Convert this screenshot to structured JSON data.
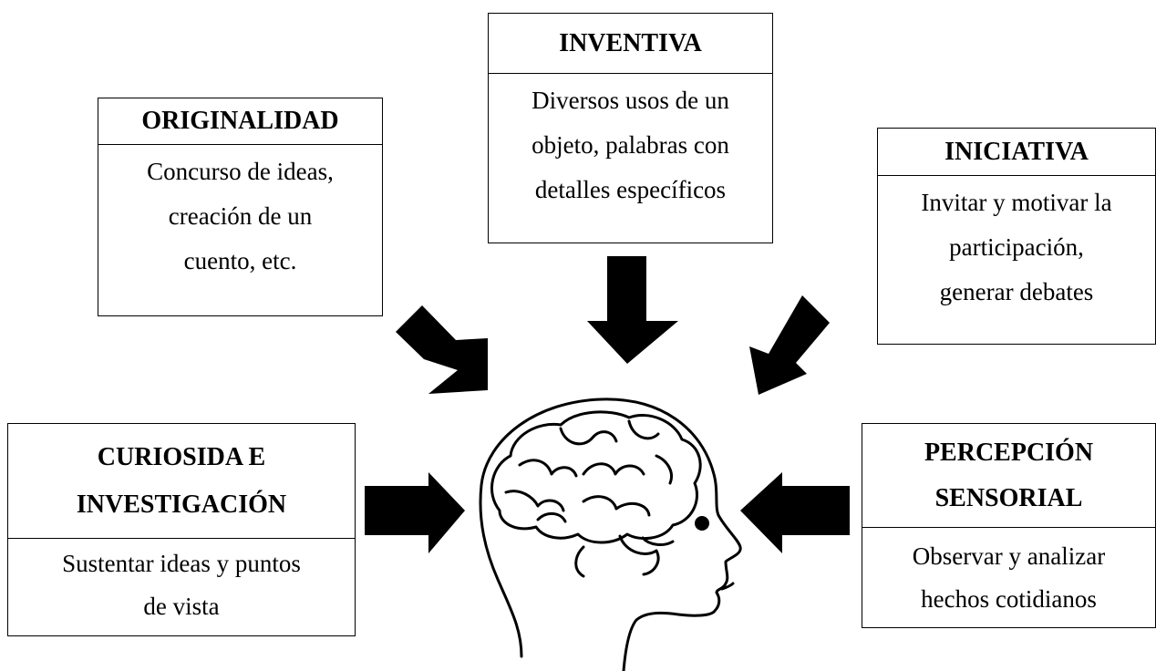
{
  "boxes": {
    "originalidad": {
      "title": "ORIGINALIDAD",
      "lines": [
        "Concurso de ideas,",
        "creación de un",
        "cuento, etc."
      ]
    },
    "inventiva": {
      "title": "INVENTIVA",
      "lines": [
        "Diversos usos de un",
        "objeto, palabras con",
        "detalles específicos"
      ]
    },
    "iniciativa": {
      "title": "INICIATIVA",
      "lines": [
        "Invitar y motivar la",
        "participación,",
        "generar debates"
      ]
    },
    "curiosidad": {
      "title_lines": [
        "CURIOSIDA E",
        "INVESTIGACIÓN"
      ],
      "lines": [
        "Sustentar ideas y puntos",
        "de vista"
      ]
    },
    "percepcion": {
      "title_lines": [
        "PERCEPCIÓN",
        "SENSORIAL"
      ],
      "lines": [
        "Observar y analizar",
        "hechos cotidianos"
      ]
    }
  },
  "icons": {
    "center": "head-with-brain-icon",
    "arrows": "arrow-icon"
  }
}
